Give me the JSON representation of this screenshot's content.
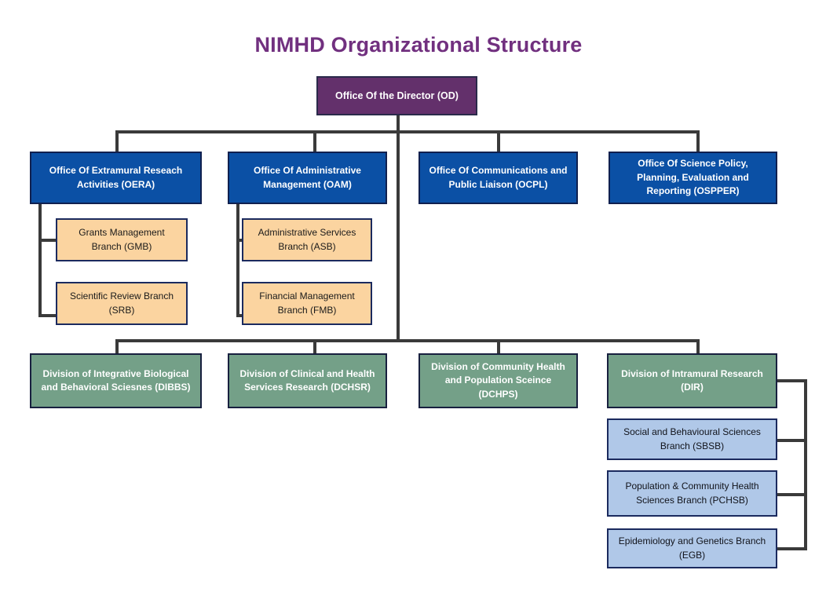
{
  "title": "NIMHD Organizational Structure",
  "colors": {
    "title": "#71307F",
    "director": "#63306B",
    "office": "#0B50A5",
    "branch": "#FBD4A0",
    "division": "#74A088",
    "subbranch": "#B0C8E8",
    "connector": "#3a3a3a",
    "border": "#1b2a5e"
  },
  "director": {
    "label": "Office Of the Director (OD)"
  },
  "offices": [
    {
      "label": "Office Of Extramural Reseach Activities (OERA)"
    },
    {
      "label": "Office Of Administrative Management (OAM)"
    },
    {
      "label": "Office Of Communications and Public Liaison (OCPL)"
    },
    {
      "label": "Office Of Science Policy, Planning, Evaluation and Reporting (OSPPER)"
    }
  ],
  "oera_branches": [
    {
      "label": "Grants Management Branch (GMB)"
    },
    {
      "label": "Scientific Review Branch (SRB)"
    }
  ],
  "oam_branches": [
    {
      "label": "Administrative Services Branch (ASB)"
    },
    {
      "label": "Financial Management Branch (FMB)"
    }
  ],
  "divisions": [
    {
      "label": "Division of Integrative Biological and Behavioral Sciesnes (DIBBS)"
    },
    {
      "label": "Division of Clinical and Health Services Research (DCHSR)"
    },
    {
      "label": "Division of Community Health and Population Sceince (DCHPS)"
    },
    {
      "label": "Division of Intramural Research (DIR)"
    }
  ],
  "dir_branches": [
    {
      "label": "Social and Behavioural Sciences Branch (SBSB)"
    },
    {
      "label": "Population & Community Health Sciences Branch (PCHSB)"
    },
    {
      "label": "Epidemiology and Genetics Branch (EGB)"
    }
  ]
}
